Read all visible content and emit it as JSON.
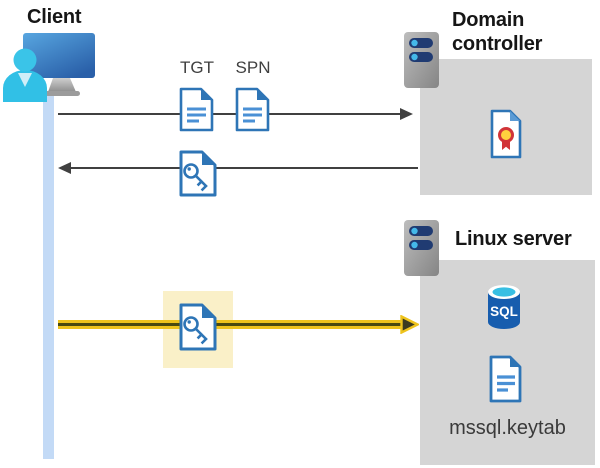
{
  "diagram": {
    "client": {
      "label": "Client"
    },
    "domain_controller": {
      "label": "Domain controller"
    },
    "linux_server": {
      "label": "Linux server"
    },
    "labels": {
      "tgt": "TGT",
      "spn": "SPN",
      "sql": "SQL",
      "keytab": "mssql.keytab"
    },
    "flows": [
      {
        "from": "client",
        "to": "domain-controller",
        "direction": "right",
        "style": "thin-gray",
        "items": [
          "tgt-document",
          "spn-document"
        ]
      },
      {
        "from": "domain-controller",
        "to": "client",
        "direction": "left",
        "style": "thin-gray",
        "items": [
          "key-ticket-document"
        ]
      },
      {
        "from": "client",
        "to": "linux-server",
        "direction": "right",
        "style": "thick-yellow-highlighted",
        "items": [
          "key-ticket-document"
        ]
      }
    ],
    "icons": {
      "client": "user-with-monitor-icon",
      "domain_controller": "server-icon",
      "linux_server": "server-icon",
      "certificate": "certificate-document-icon",
      "tgt": "document-icon",
      "spn": "document-icon",
      "key_ticket": "key-document-icon",
      "sql": "sql-database-cylinder-icon",
      "keytab": "document-icon"
    },
    "colors": {
      "doc_blue": "#2e75b6",
      "doc_lines_blue": "#4a90d5",
      "arrow_gray": "#404040",
      "box_gray": "#d5d5d5",
      "lifeline_blue": "#c3daf6",
      "highlight_yellow": "#faf0c8",
      "flow_yellow": "#eec31c",
      "sql_blue": "#175dae",
      "cyan": "#38bfe3",
      "seal_yellow": "#ffd23e",
      "seal_red": "#d13438",
      "server_pill_navy": "#203b72"
    }
  }
}
